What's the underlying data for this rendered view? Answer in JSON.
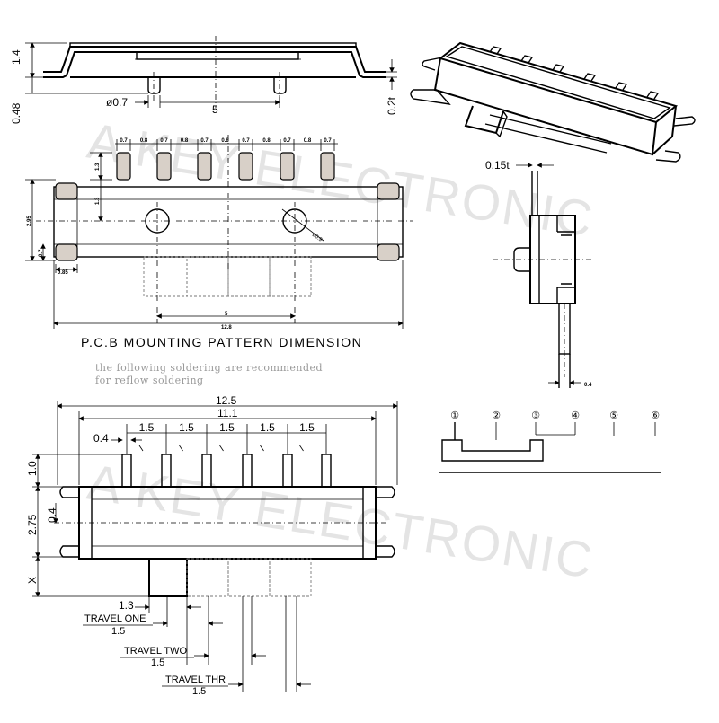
{
  "watermark": "A KEY ELECTRONIC",
  "pcb_title": "P.C.B MOUNTING PATTERN DIMENSION",
  "pcb_note_1": "the following soldering are recommended",
  "pcb_note_2": "for reflow soldering",
  "side_view": {
    "height": "1.4",
    "standoff": "0.48",
    "peg_dia": "ø0.7",
    "peg_pitch": "5",
    "lead_t": "0.2t"
  },
  "pcb": {
    "pad_pitch_labels": [
      "0.7",
      "0.8",
      "0.7",
      "0.8",
      "0.7",
      "0.8",
      "0.7",
      "0.8",
      "0.7",
      "0.8",
      "0.7"
    ],
    "row_pitch_1": "1.3",
    "row_pitch_2": "1.3",
    "height": "2.95",
    "end_pad": "0.7",
    "end_gap": "0.85",
    "hole_dia": "ø0.9",
    "hole_pitch": "5",
    "overall_width": "12.8"
  },
  "end_view": {
    "thickness": "0.15t",
    "lead_w": "0.4"
  },
  "front_view": {
    "overall": "12.5",
    "body": "11.1",
    "pin_w": "0.4",
    "pin_pitch": [
      "1.5",
      "1.5",
      "1.5",
      "1.5",
      "1.5"
    ],
    "pin_len": "1.0",
    "body_h": "2.75",
    "lead_off": "0.4",
    "actuator_x": "X",
    "actuator_w": "1.3",
    "travel_one": "TRAVEL ONE",
    "travel_one_val": "1.5",
    "travel_two": "TRAVEL TWO",
    "travel_two_val": "1.5",
    "travel_thr": "TRAVEL THR",
    "travel_thr_val": "1.5"
  },
  "schematic": {
    "pins": [
      "①",
      "②",
      "③",
      "④",
      "⑤",
      "⑥"
    ]
  }
}
